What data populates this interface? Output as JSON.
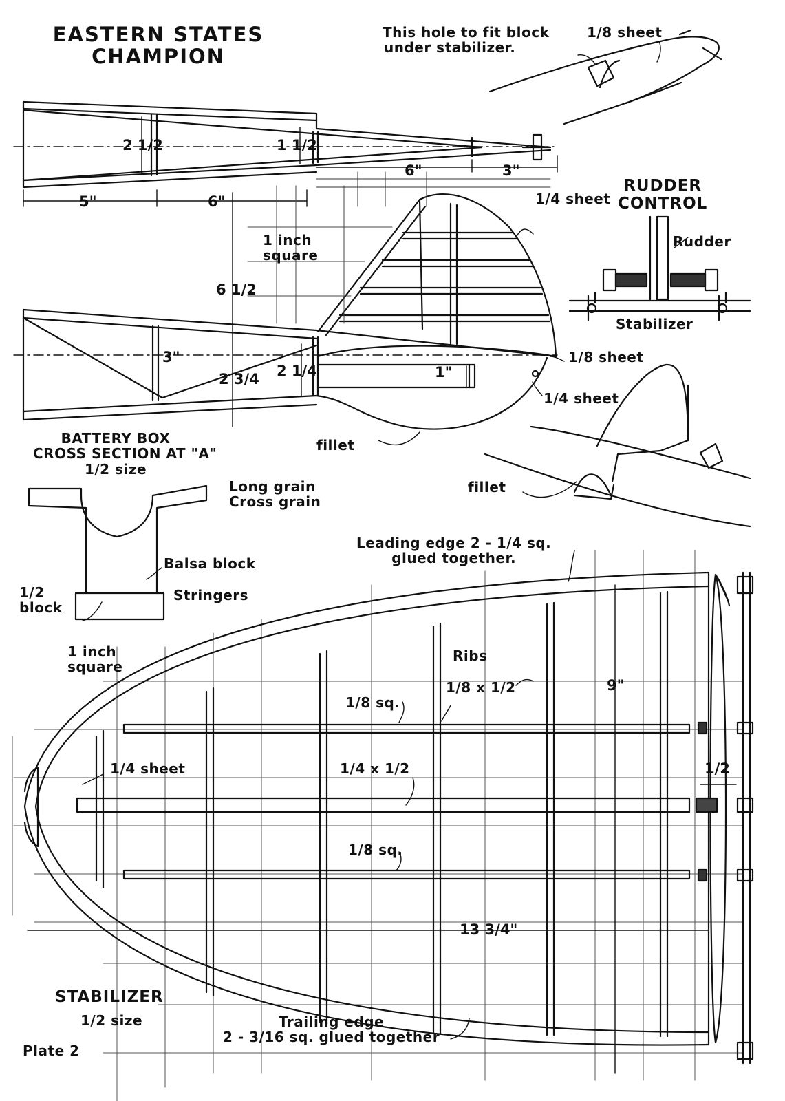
{
  "title": {
    "line1": "EASTERN STATES",
    "line2": "CHAMPION"
  },
  "notes": {
    "hole_line1": "This hole to fit block",
    "hole_line2": "under stabilizer.",
    "eighth_sheet_top": "1/8 sheet",
    "quarter_sheet_fin_edge": "1/4 sheet",
    "eighth_sheet_fin": "1/8 sheet",
    "quarter_sheet_fin_lower": "1/4 sheet",
    "one_inch_square_top_1": "1 inch",
    "one_inch_square_top_2": "square",
    "fillet_side": "fillet",
    "fillet_view": "fillet",
    "one_inch_square_bottom_1": "1 inch",
    "one_inch_square_bottom_2": "square"
  },
  "dimensions": {
    "fuselage_height_front": "2 1/2",
    "fuselage_height_rear": "1 1/2",
    "six_tail": "6\"",
    "three_tail": "3\"",
    "five_front": "5\"",
    "six_middle": "6\"",
    "fin_height": "6 1/2",
    "three_lower": "3\"",
    "two_three_quarter": "2 3/4",
    "two_quarter": "2 1/4",
    "one_inch": "1\"",
    "nine": "9\"",
    "half_inch": "1/2",
    "thirteen_three_quarter": "13 3/4\""
  },
  "rudder_control": {
    "title_line1": "RUDDER",
    "title_line2": "CONTROL",
    "rudder": "Rudder",
    "stabilizer": "Stabilizer"
  },
  "battery_box": {
    "line1": "BATTERY BOX",
    "line2": "CROSS SECTION AT \"A\"",
    "line3": "1/2 size",
    "long_grain": "Long grain",
    "cross_grain": "Cross grain",
    "balsa_block": "Balsa block",
    "stringers": "Stringers",
    "half_block_1": "1/2",
    "half_block_2": "block"
  },
  "stabilizer": {
    "leading_edge_1": "Leading edge 2 - 1/4 sq.",
    "leading_edge_2": "glued together.",
    "ribs": "Ribs",
    "ribs_size": "1/8 x 1/2",
    "eighth_sq_top": "1/8 sq.",
    "quarter_sheet": "1/4 sheet",
    "quarter_by_half": "1/4 x 1/2",
    "eighth_sq_bottom": "1/8 sq.",
    "title": "STABILIZER",
    "size": "1/2 size",
    "trailing_edge_1": "Trailing edge",
    "trailing_edge_2": "2 - 3/16 sq. glued together",
    "plate": "Plate 2"
  }
}
